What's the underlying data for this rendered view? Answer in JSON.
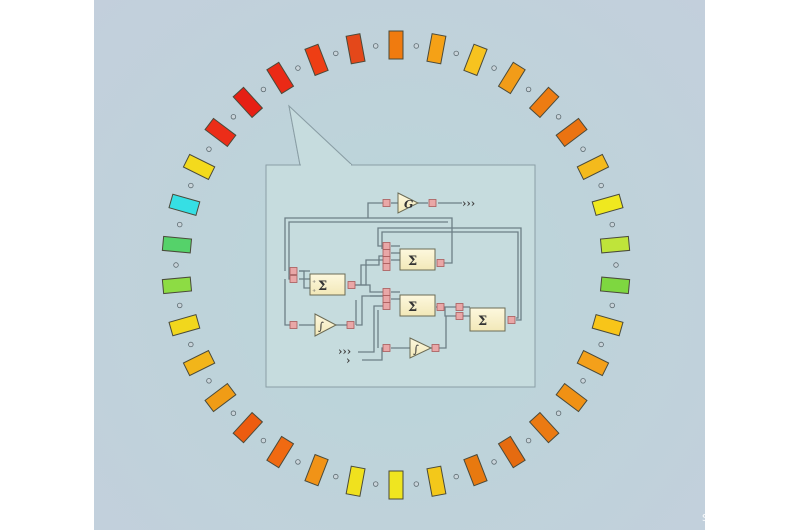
{
  "watermark": "SCIENCEAQ.COM",
  "ring": {
    "segment_colors": [
      "#f07b0f",
      "#f5a116",
      "#f7c31f",
      "#f29c18",
      "#ee7c12",
      "#eb7311",
      "#f4ba1c",
      "#efe81f",
      "#bfe43a",
      "#7ed740",
      "#f8c519",
      "#f4a01a",
      "#f09114",
      "#eb7a12",
      "#e56b10",
      "#e8790f",
      "#f3c81a",
      "#efe520",
      "#f0e11e",
      "#f19317",
      "#f06a12",
      "#ed5c10",
      "#f09c16",
      "#f2b51a",
      "#f1d71d",
      "#8ddc44",
      "#55d26a",
      "#36dfe4",
      "#f3da1d",
      "#ec2d18",
      "#e61f14",
      "#ea2a16",
      "#ee3e14",
      "#e4481a"
    ]
  },
  "circuit": {
    "sum_symbol": "Σ",
    "gain_symbol": "G",
    "integrator_symbol": "∫",
    "arrow_chevrons": "›››",
    "input_chevron": "›"
  }
}
